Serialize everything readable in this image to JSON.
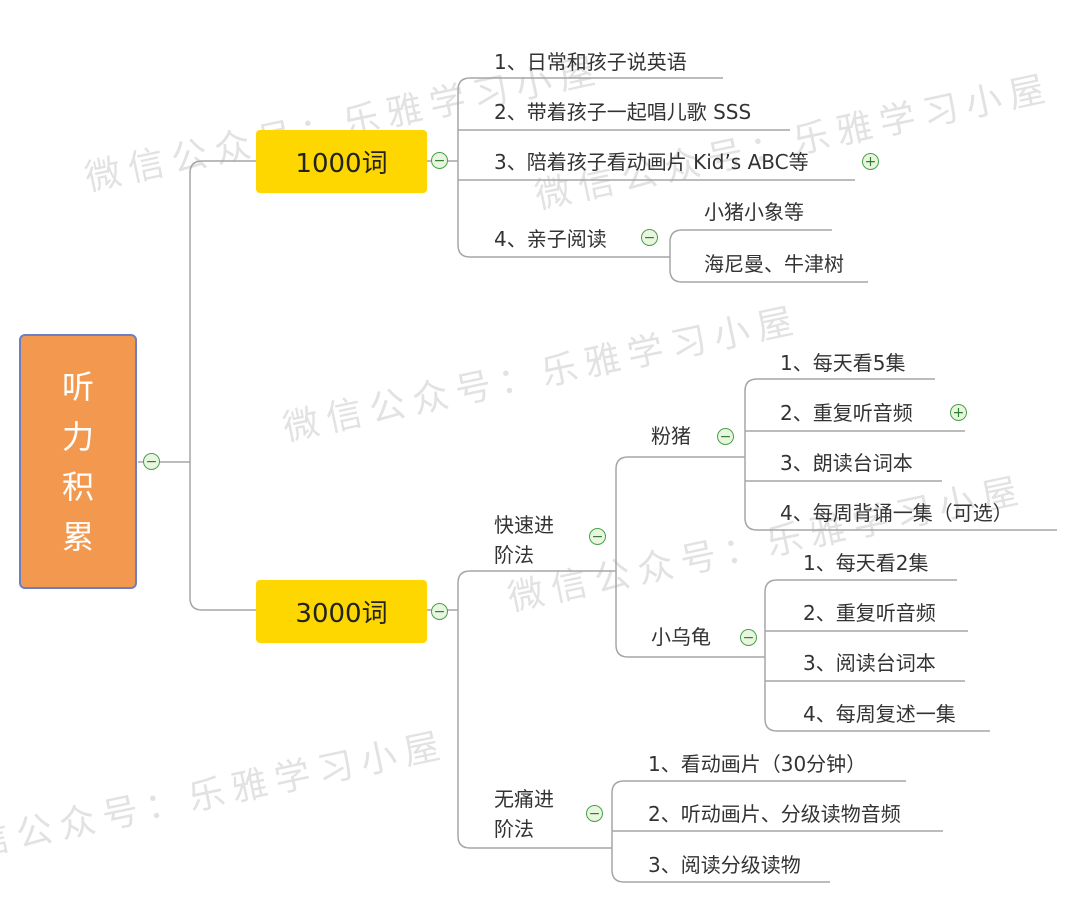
{
  "root": {
    "label": "听力积累"
  },
  "branch_1000": {
    "label": "1000词",
    "items": [
      "1、日常和孩子说英语",
      "2、带着孩子一起唱儿歌 SSS",
      "3、陪着孩子看动画片 Kid’s ABC等",
      "4、亲子阅读"
    ],
    "reading_children": [
      "小猪小象等",
      "海尼曼、牛津树"
    ]
  },
  "branch_3000": {
    "label": "3000词",
    "fast": {
      "label_line1": "快速进",
      "label_line2": "阶法",
      "peppa": {
        "label": "粉猪",
        "items": [
          "1、每天看5集",
          "2、重复听音频",
          "3、朗读台词本",
          "4、每周背诵一集（可选）"
        ]
      },
      "caillou": {
        "label": "小乌龟",
        "items": [
          "1、每天看2集",
          "2、重复听音频",
          "3、阅读台词本",
          "4、每周复述一集"
        ]
      }
    },
    "painless": {
      "label_line1": "无痛进",
      "label_line2": "阶法",
      "items": [
        "1、看动画片（30分钟）",
        "2、听动画片、分级读物音频",
        "3、阅读分级读物"
      ]
    }
  },
  "toggle_symbols": {
    "collapse": "−",
    "expand": "+"
  },
  "watermark": "微信公众号：乐雅学习小屋",
  "colors": {
    "root_fill": "#f2994f",
    "root_border": "#6b7fc4",
    "level1_fill": "#ffd700",
    "line": "#a6a6a6",
    "toggle_green": "#4aa04a"
  }
}
